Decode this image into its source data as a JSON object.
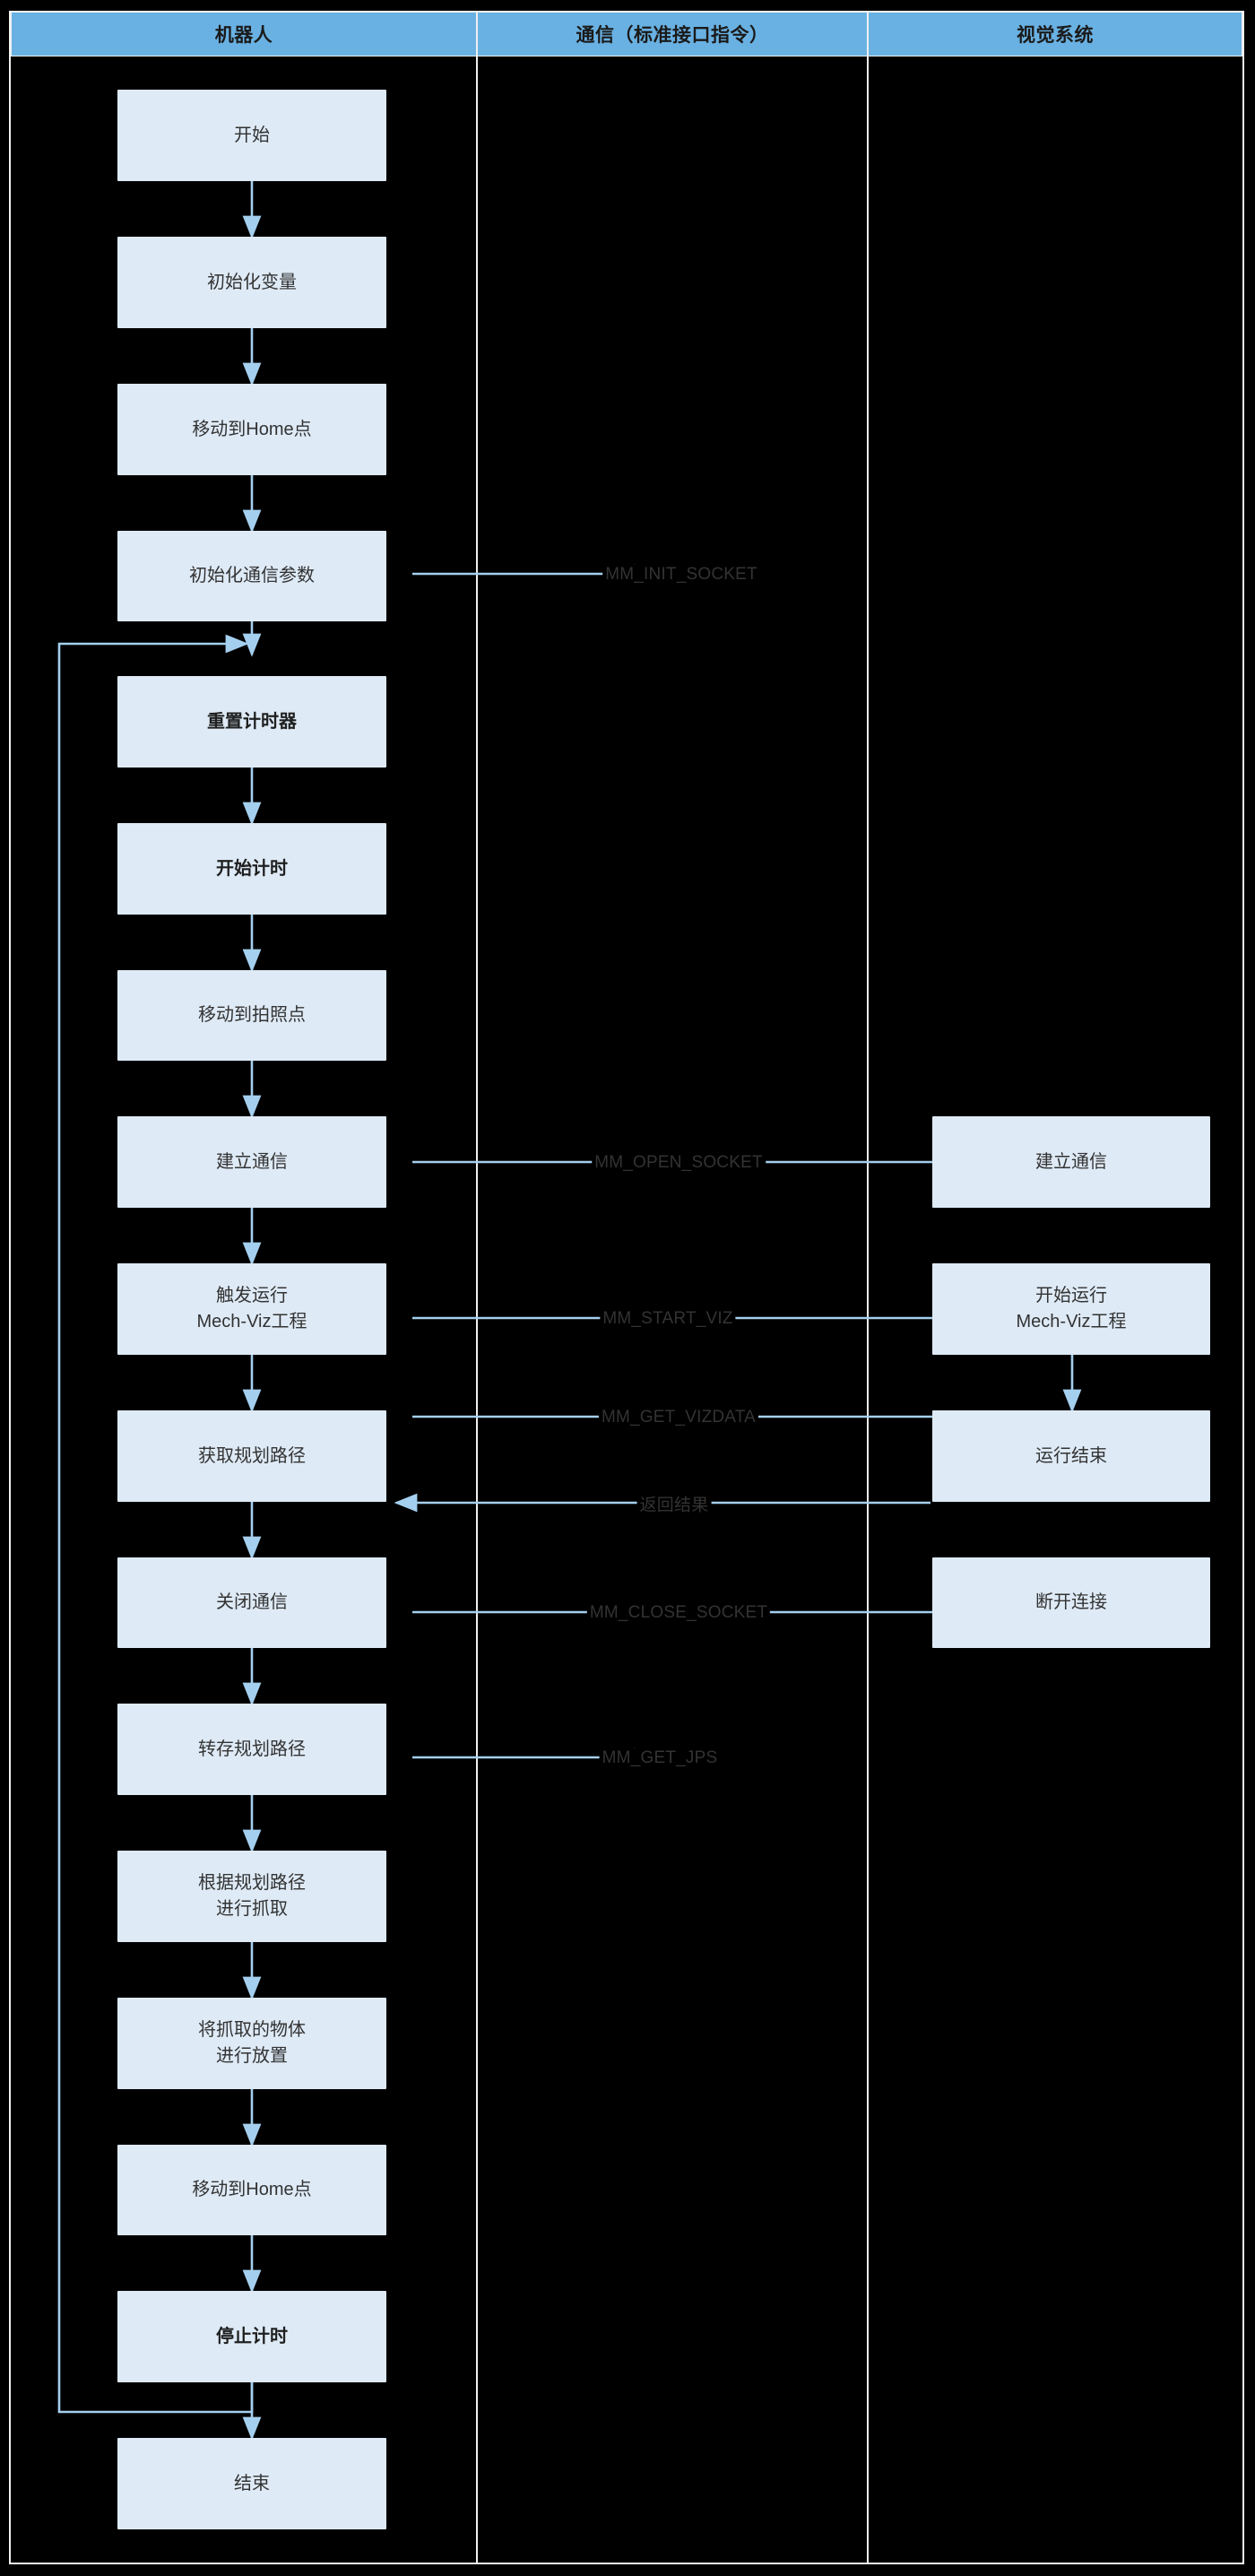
{
  "diagram": {
    "title_lanes": [
      {
        "label": "机器人"
      },
      {
        "label": "通信（标准接口指令）"
      },
      {
        "label": "视觉系统"
      }
    ],
    "colors": {
      "header_fill": "#69b1e2",
      "node_fill": "#deeaf6",
      "edge_stroke": "#a5cfee",
      "frame_stroke": "#f0f0f0",
      "background": "#000000",
      "text": "#333333"
    },
    "robot_nodes": [
      {
        "id": "r1",
        "label": "开始",
        "bold": false
      },
      {
        "id": "r2",
        "label": "初始化变量",
        "bold": false
      },
      {
        "id": "r3",
        "label": "移动到Home点",
        "bold": false
      },
      {
        "id": "r4",
        "label": "初始化通信参数",
        "bold": false
      },
      {
        "id": "r5",
        "label": "重置计时器",
        "bold": true
      },
      {
        "id": "r6",
        "label": "开始计时",
        "bold": true
      },
      {
        "id": "r7",
        "label": "移动到拍照点",
        "bold": false
      },
      {
        "id": "r8",
        "label": "建立通信",
        "bold": false
      },
      {
        "id": "r9",
        "label": "触发运行\nMech-Viz工程",
        "bold": false
      },
      {
        "id": "r10",
        "label": "获取规划路径",
        "bold": false
      },
      {
        "id": "r11",
        "label": "关闭通信",
        "bold": false
      },
      {
        "id": "r12",
        "label": "转存规划路径",
        "bold": false
      },
      {
        "id": "r13",
        "label": "根据规划路径\n进行抓取",
        "bold": false
      },
      {
        "id": "r14",
        "label": "将抓取的物体\n进行放置",
        "bold": false
      },
      {
        "id": "r15",
        "label": "移动到Home点",
        "bold": false
      },
      {
        "id": "r16",
        "label": "停止计时",
        "bold": true
      },
      {
        "id": "r17",
        "label": "结束",
        "bold": false
      }
    ],
    "vision_nodes": [
      {
        "id": "v1",
        "label": "建立通信",
        "bold": false
      },
      {
        "id": "v2",
        "label": "开始运行\nMech-Viz工程",
        "bold": false
      },
      {
        "id": "v3",
        "label": "运行结束",
        "bold": false
      },
      {
        "id": "v4",
        "label": "断开连接",
        "bold": false
      }
    ],
    "edge_labels": [
      {
        "id": "e1",
        "label": "MM_INIT_SOCKET"
      },
      {
        "id": "e2",
        "label": "MM_OPEN_SOCKET"
      },
      {
        "id": "e3",
        "label": "MM_START_VIZ"
      },
      {
        "id": "e4",
        "label": "MM_GET_VIZDATA"
      },
      {
        "id": "e5",
        "label": "返回结果"
      },
      {
        "id": "e6",
        "label": "MM_CLOSE_SOCKET"
      },
      {
        "id": "e7",
        "label": "MM_GET_JPS"
      }
    ]
  }
}
